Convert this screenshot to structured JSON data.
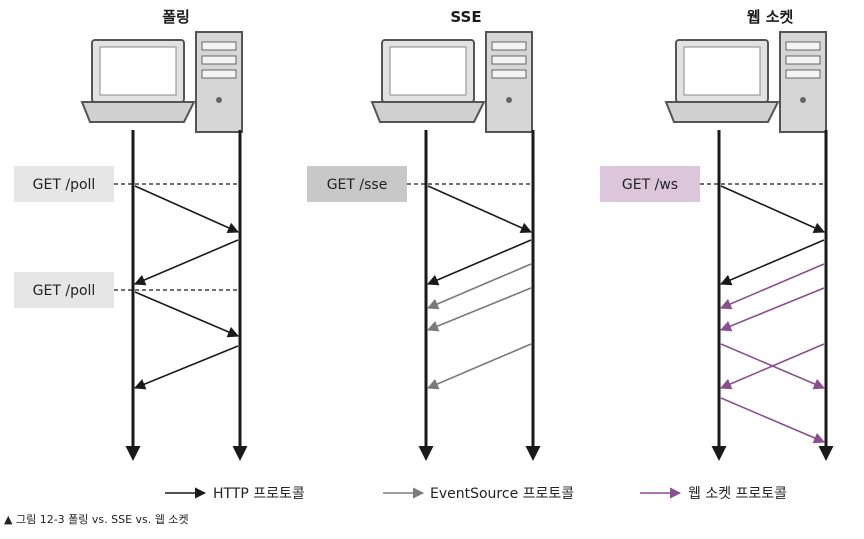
{
  "columns": [
    {
      "title": "폴링",
      "request": "GET /poll",
      "request2": "GET /poll",
      "request_bg": "#e6e6e6"
    },
    {
      "title": "SSE",
      "request": "GET /sse",
      "request_bg": "#c8c8c8"
    },
    {
      "title": "웹 소켓",
      "request": "GET /ws",
      "request_bg": "#dcc6db"
    }
  ],
  "legend": [
    {
      "label": "HTTP 프로토콜",
      "color": "#1a1a1a"
    },
    {
      "label": "EventSource 프로토콜",
      "color": "#7a7a7a"
    },
    {
      "label": "웹 소켓 프로토콜",
      "color": "#8b4f8f"
    }
  ],
  "caption": "▲ 그림 12-3 폴링 vs. SSE vs. 웹 소켓",
  "colors": {
    "http": "#1a1a1a",
    "eventsource": "#7a7a7a",
    "websocket": "#8b4f8f",
    "device_fill": "#dcdcdc",
    "device_stroke": "#555555"
  },
  "icons": [
    "laptop-icon",
    "server-tower-icon"
  ]
}
